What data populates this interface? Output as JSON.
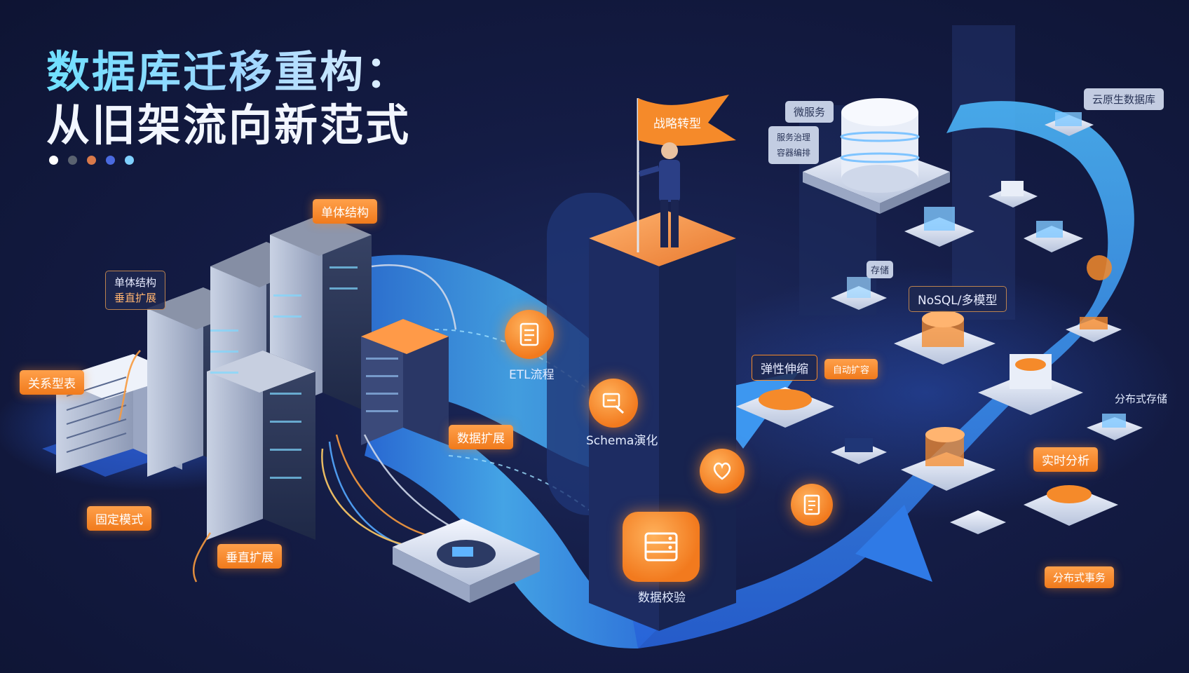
{
  "header": {
    "title_line1": "数据库迁移重构：",
    "title_line2": "从旧架流向新范式"
  },
  "dots": [
    "#ffffff",
    "#5a6270",
    "#d9794a",
    "#4a6ae0",
    "#7fd0ff"
  ],
  "labels": {
    "monolith_top": "单体结构",
    "monolith_side": "单体结构",
    "monolith_side_sub": "垂直扩展",
    "relational": "关系型表",
    "fixed_schema": "固定模式",
    "vertical_scale": "垂直扩展",
    "data_expand": "数据扩展",
    "strategy_flag": "战略转型",
    "microservice": "微服务",
    "microservice_sub_1": "服务治理",
    "microservice_sub_2": "容器编排",
    "cloud_native": "云原生数据库",
    "elastic": "弹性伸缩",
    "elastic_side": "自动扩容",
    "nosql": "NoSQL/多模型",
    "distributed_storage": "分布式存储",
    "realtime": "实时分析",
    "distributed_tx": "分布式事务",
    "small_tag": "存储"
  },
  "steps": [
    {
      "label": "ETL流程",
      "icon": "document-icon"
    },
    {
      "label": "Schema演化",
      "icon": "schema-tool-icon"
    },
    {
      "label": "",
      "icon": "heart-shield-icon"
    },
    {
      "label": "",
      "icon": "report-icon"
    },
    {
      "label": "数据校验",
      "icon": "server-check-icon"
    }
  ],
  "colors": {
    "accent_orange": "#f58a2a",
    "flow_blue": "#3a9cf0",
    "background": "#141c45",
    "server_light": "#dfe6f3"
  }
}
